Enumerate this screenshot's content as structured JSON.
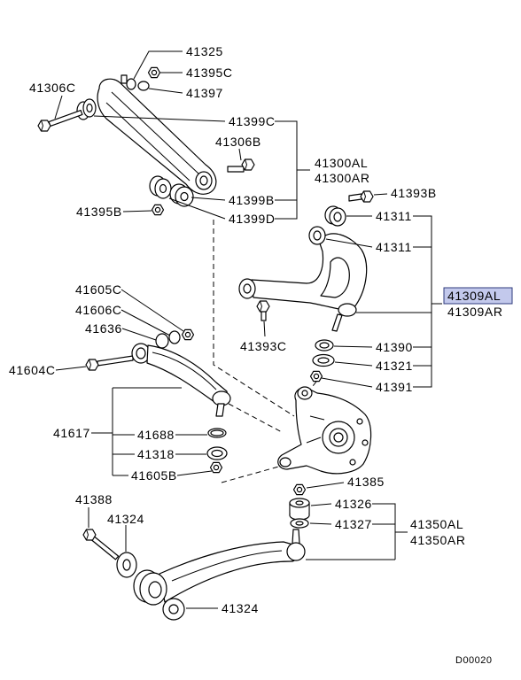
{
  "diagram": {
    "callouts": [
      {
        "text": "41325"
      },
      {
        "text": "41395C"
      },
      {
        "text": "41397"
      },
      {
        "text": "41306C"
      },
      {
        "text": "41399C"
      },
      {
        "text": "41306B"
      },
      {
        "text": "41300AL"
      },
      {
        "text": "41300AR"
      },
      {
        "text": "41393B"
      },
      {
        "text": "41399B"
      },
      {
        "text": "41395B"
      },
      {
        "text": "41399D"
      },
      {
        "text": "41311"
      },
      {
        "text": "41311"
      },
      {
        "text": "41605C"
      },
      {
        "text": "41309AL",
        "selected": true
      },
      {
        "text": "41606C"
      },
      {
        "text": "41309AR"
      },
      {
        "text": "41636"
      },
      {
        "text": "41393C"
      },
      {
        "text": "41390"
      },
      {
        "text": "41321"
      },
      {
        "text": "41604C"
      },
      {
        "text": "41391"
      },
      {
        "text": "41617"
      },
      {
        "text": "41688"
      },
      {
        "text": "41318"
      },
      {
        "text": "41605B"
      },
      {
        "text": "41385"
      },
      {
        "text": "41388"
      },
      {
        "text": "41326"
      },
      {
        "text": "41324"
      },
      {
        "text": "41327"
      },
      {
        "text": "41350AL"
      },
      {
        "text": "41350AR"
      },
      {
        "text": "41324"
      }
    ],
    "diagram_code": "D00020"
  },
  "colors": {
    "highlight_fill": "#c3c9ec",
    "highlight_border": "#2f3b7c",
    "line": "#000000",
    "background": "#ffffff"
  }
}
